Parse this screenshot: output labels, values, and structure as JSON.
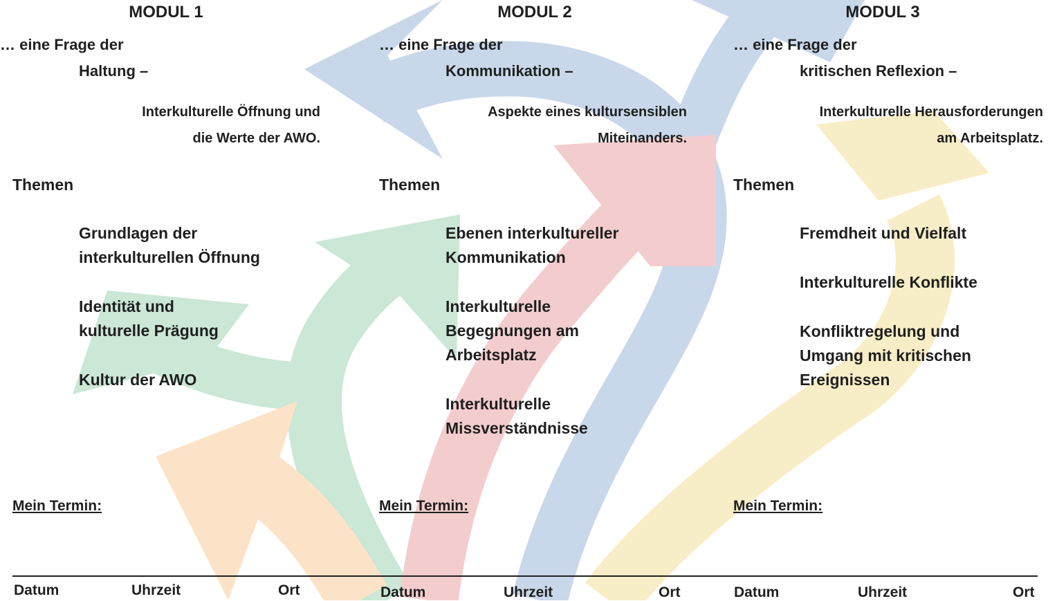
{
  "modules": [
    {
      "title": "MODUL 1",
      "intro": "… eine Frage der",
      "focus": "Haltung –",
      "subtitle": "Interkulturelle Öffnung und\ndie Werte der AWO.",
      "themen_label": "Themen",
      "topics": [
        "Grundlagen der\ninterkulturellen Öffnung",
        "Identität und\nkulturelle Prägung",
        "Kultur der AWO"
      ],
      "termin_label": "Mein Termin:"
    },
    {
      "title": "MODUL 2",
      "intro": "… eine Frage der",
      "focus": "Kommunikation –",
      "subtitle": "Aspekte eines kultursensiblen\nMiteinanders.",
      "themen_label": "Themen",
      "topics": [
        "Ebenen interkultureller\nKommunikation",
        "Interkulturelle\nBegegnungen am\nArbeitsplatz",
        "Interkulturelle\nMissverständnisse"
      ],
      "termin_label": "Mein Termin:"
    },
    {
      "title": "MODUL 3",
      "intro": "… eine Frage der",
      "focus": "kritischen Reflexion  –",
      "subtitle": "Interkulturelle Herausforderungen\nam Arbeitsplatz.",
      "themen_label": "Themen",
      "topics": [
        "Fremdheit und Vielfalt",
        "Interkulturelle Konflikte",
        "Konfliktregelung und\nUmgang mit kritischen\nEreignissen"
      ],
      "termin_label": "Mein Termin:"
    }
  ],
  "footer": {
    "headers": [
      "Datum",
      "Uhrzeit",
      "Ort",
      "Datum",
      "Uhrzeit",
      "Ort",
      "Datum",
      "Uhrzeit",
      "Ort"
    ]
  },
  "colors": {
    "blue_arrow": "#c9d7ea",
    "green_arrow": "#cbe7d6",
    "red_arrow": "#f3cdcd",
    "orange_arrow": "#fce3c8",
    "yellow_arrow": "#f7edc6"
  }
}
